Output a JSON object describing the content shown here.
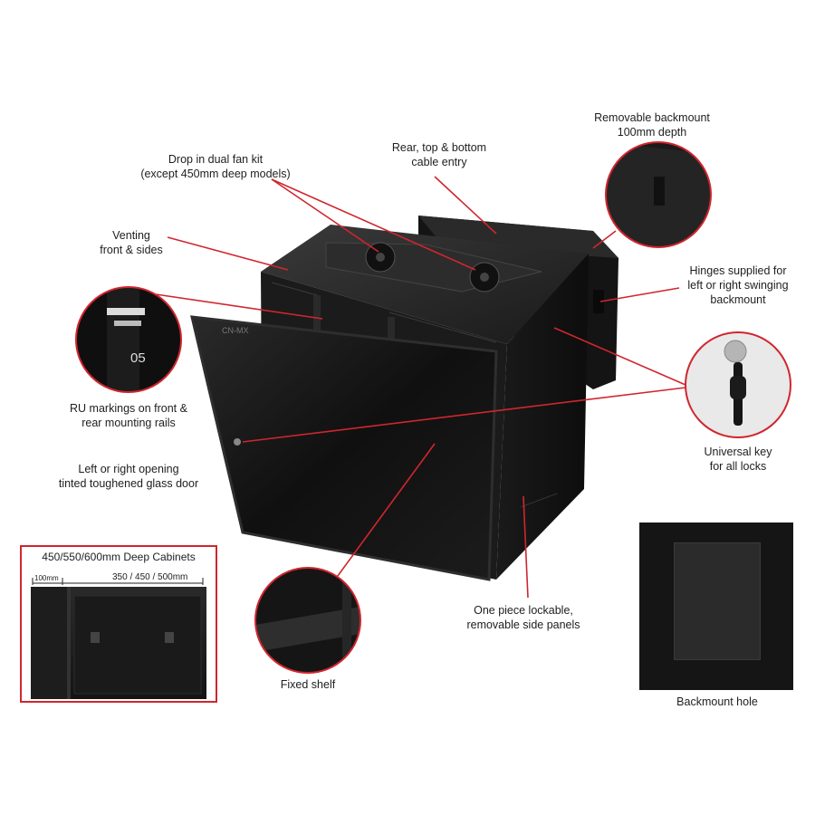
{
  "labels": {
    "fan_kit": [
      "Drop in dual fan kit",
      "(except 450mm deep models)"
    ],
    "cable_entry": [
      "Rear, top & bottom",
      "cable entry"
    ],
    "backmount": [
      "Removable backmount",
      "100mm depth"
    ],
    "venting": [
      "Venting",
      "front & sides"
    ],
    "hinges": [
      "Hinges supplied for",
      "left or right swinging",
      "backmount"
    ],
    "ru_markings": [
      "RU markings on front &",
      "rear mounting rails"
    ],
    "universal_key": [
      "Universal key",
      "for all locks"
    ],
    "glass_door": [
      "Left or right opening",
      "tinted toughened glass door"
    ],
    "side_panels": [
      "One piece lockable,",
      "removable side panels"
    ],
    "fixed_shelf": "Fixed shelf",
    "backmount_hole": "Backmount hole"
  },
  "inset": {
    "title": "450/550/600mm Deep Cabinets",
    "dim_rear": "100mm",
    "dim_depth": "350 / 450 / 500mm"
  },
  "rail_number": "05",
  "door_logo": "CN-MX",
  "colors": {
    "accent": "#d0262e",
    "cabinet": "#151515",
    "panel": "#202020"
  }
}
